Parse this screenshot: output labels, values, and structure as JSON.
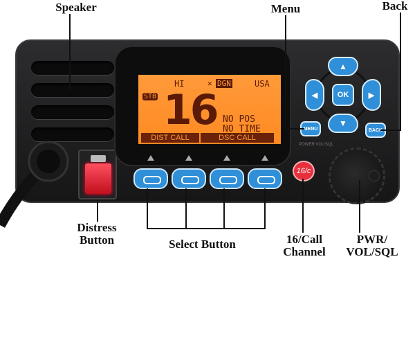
{
  "labels": {
    "speaker": "Speaker",
    "menu": "Menu",
    "back": "Back",
    "distress": "Distress Button",
    "select": "Select Button",
    "call_channel": "16/Call Channel",
    "pwr": "PWR/ VOL/SQL"
  },
  "lcd": {
    "power": "HI",
    "gps": "DGN",
    "region": "USA",
    "stb": "STB",
    "channel": "16",
    "line1": "NO POS",
    "line2": "NO TIME",
    "softkey1": "DIST CALL",
    "softkey2": "DSC CALL"
  },
  "buttons": {
    "ok": "OK",
    "menu": "MENU",
    "back": "BACK",
    "call16": "16/c",
    "up": "▲",
    "down": "▼",
    "left": "◀",
    "right": "▶"
  },
  "panel_text": "POWER VOL/SQL"
}
